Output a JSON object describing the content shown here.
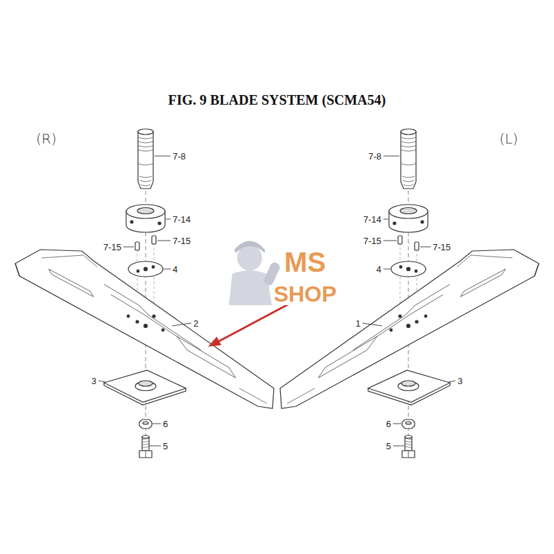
{
  "diagram": {
    "title": "FIG. 9 BLADE SYSTEM (SCMA54)",
    "labels": [
      "(R)",
      "(L)",
      "7-8",
      "7-14",
      "7-15",
      "7-15",
      "4",
      "2",
      "3",
      "6",
      "5",
      "7-8",
      "7-14",
      "7-15",
      "7-15",
      "4",
      "1",
      "3",
      "6",
      "5",
      "MS",
      "SHOP"
    ]
  }
}
